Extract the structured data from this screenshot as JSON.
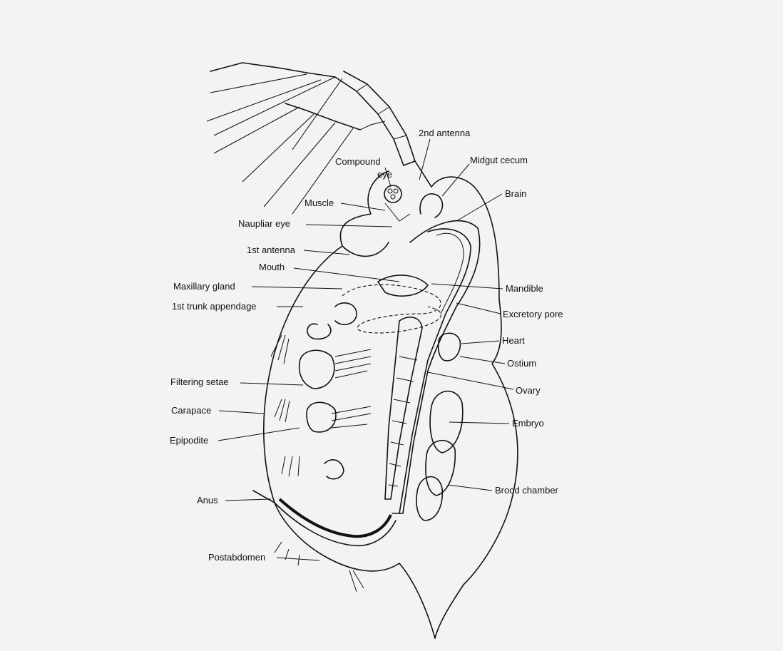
{
  "labels": {
    "second_antenna": "2nd antenna",
    "compound_eye_1": "Compound",
    "compound_eye_2": "eye",
    "midgut_cecum": "Midgut cecum",
    "brain": "Brain",
    "muscle": "Muscle",
    "naupliar_eye": "Naupliar eye",
    "first_antenna": "1st antenna",
    "mouth": "Mouth",
    "maxillary_gland": "Maxillary gland",
    "mandible": "Mandible",
    "first_trunk_appendage": "1st trunk appendage",
    "excretory_pore": "Excretory pore",
    "heart": "Heart",
    "ostium": "Ostium",
    "filtering_setae": "Filtering setae",
    "ovary": "Ovary",
    "carapace": "Carapace",
    "embryo": "Embryo",
    "epipodite": "Epipodite",
    "brood_chamber": "Brood chamber",
    "anus": "Anus",
    "postabdomen": "Postabdomen"
  }
}
